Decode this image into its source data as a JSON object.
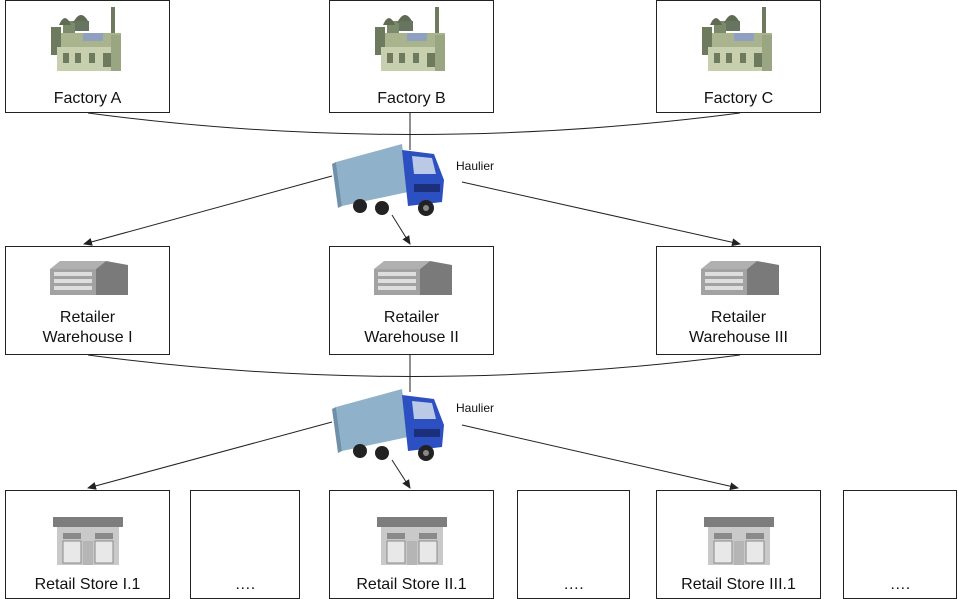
{
  "factories": [
    "Factory A",
    "Factory B",
    "Factory C"
  ],
  "warehouses": [
    {
      "line1": "Retailer",
      "line2": "Warehouse I"
    },
    {
      "line1": "Retailer",
      "line2": "Warehouse II"
    },
    {
      "line1": "Retailer",
      "line2": "Warehouse III"
    }
  ],
  "stores": [
    "Retail Store I.1",
    "….",
    "Retail Store II.1",
    "….",
    "Retail Store III.1",
    "…."
  ],
  "haulier": {
    "label": "Haulier"
  },
  "icons": {
    "factory": "factory-icon",
    "truck": "truck-icon",
    "warehouse": "warehouse-icon",
    "store": "store-icon"
  },
  "colors": {
    "truck_cab": "#2c4fc2",
    "truck_body": "#8fb1c9",
    "factory": "#7b8a6b",
    "warehouse": "#8c8c8c",
    "store": "#8a8a8a",
    "line": "#222222"
  }
}
